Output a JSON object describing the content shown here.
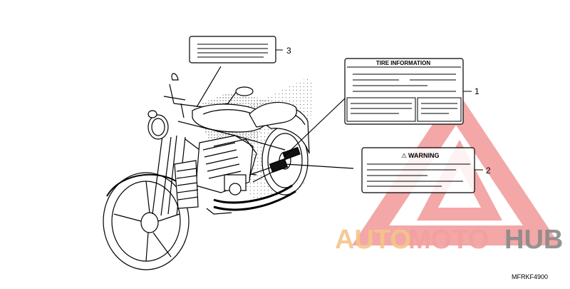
{
  "labels": {
    "tire_info_title": "TIRE    INFORMATION",
    "warning_title": "WARNING",
    "warning_symbol": "⚠"
  },
  "callouts": [
    "1",
    "2",
    "3"
  ],
  "diagram_code": "MFRKF4900",
  "watermark": {
    "part1": "AUTO",
    "part2": "MOTO",
    "part3": "HUB",
    "colors": {
      "auto": "#f5c58a",
      "moto": "#f3a0a0",
      "hub": "#8a8a8a",
      "triangle": "#f08a8a"
    }
  },
  "colors": {
    "line": "#000000",
    "hatch": "#bdbdbd"
  }
}
